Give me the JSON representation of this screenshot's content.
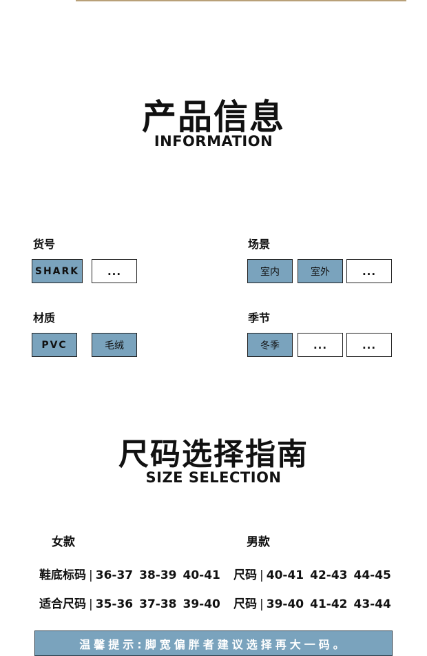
{
  "info": {
    "title_cn": "产品信息",
    "title_en": "INFORMATION",
    "groups": [
      {
        "label": "货号",
        "tags": [
          "SHARK",
          "..."
        ]
      },
      {
        "label": "场景",
        "tags": [
          "室内",
          "室外",
          "..."
        ]
      },
      {
        "label": "材质",
        "tags": [
          "PVC",
          "毛绒"
        ]
      },
      {
        "label": "季节",
        "tags": [
          "冬季",
          "...",
          "..."
        ]
      }
    ]
  },
  "size": {
    "title_cn": "尺码选择指南",
    "title_en": "SIZE SELECTION",
    "women": {
      "label": "女款",
      "rows": [
        {
          "name": "鞋底标码",
          "values": [
            "36-37",
            "38-39",
            "40-41"
          ]
        },
        {
          "name": "适合尺码",
          "values": [
            "35-36",
            "37-38",
            "39-40"
          ]
        }
      ]
    },
    "men": {
      "label": "男款",
      "rows": [
        {
          "name": "尺码",
          "values": [
            "40-41",
            "42-43",
            "44-45"
          ]
        },
        {
          "name": "尺码",
          "values": [
            "39-40",
            "41-42",
            "43-44"
          ]
        }
      ]
    }
  },
  "notice": "温馨提示:脚宽偏胖者建议选择再大一码。",
  "colors": {
    "tag_fill": "#7aa3bd",
    "accent_line": "#b8a078"
  }
}
